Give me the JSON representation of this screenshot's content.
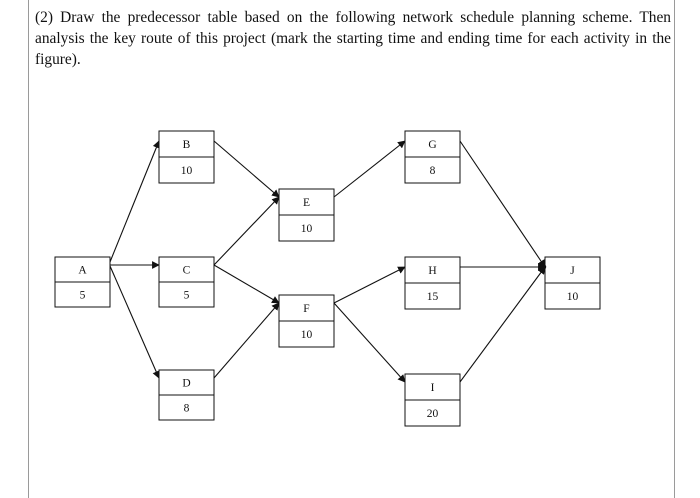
{
  "question": {
    "text": "(2) Draw the predecessor table based on the following network schedule planning scheme. Then analysis the key route of this project (mark the starting time and ending time for each activity in the figure)."
  },
  "activities": {
    "A": {
      "name": "A",
      "duration": "5"
    },
    "B": {
      "name": "B",
      "duration": "10"
    },
    "C": {
      "name": "C",
      "duration": "5"
    },
    "D": {
      "name": "D",
      "duration": "8"
    },
    "E": {
      "name": "E",
      "duration": "10"
    },
    "F": {
      "name": "F",
      "duration": "10"
    },
    "G": {
      "name": "G",
      "duration": "8"
    },
    "H": {
      "name": "H",
      "duration": "15"
    },
    "I": {
      "name": "I",
      "duration": "20"
    },
    "J": {
      "name": "J",
      "duration": "10"
    }
  },
  "edges": [
    [
      "A",
      "B"
    ],
    [
      "A",
      "C"
    ],
    [
      "A",
      "D"
    ],
    [
      "B",
      "E"
    ],
    [
      "C",
      "E"
    ],
    [
      "C",
      "F"
    ],
    [
      "D",
      "F"
    ],
    [
      "E",
      "G"
    ],
    [
      "F",
      "H"
    ],
    [
      "F",
      "I"
    ],
    [
      "G",
      "J"
    ],
    [
      "H",
      "J"
    ],
    [
      "I",
      "J"
    ]
  ]
}
